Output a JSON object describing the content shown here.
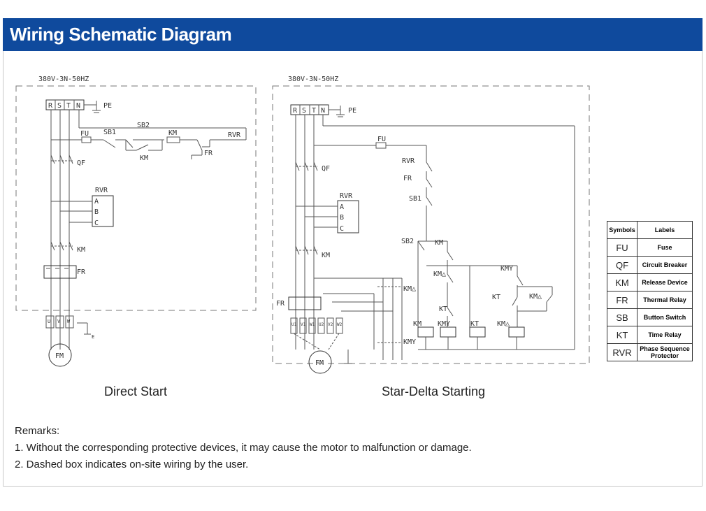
{
  "header": {
    "title": "Wiring Schematic Diagram"
  },
  "left_diagram": {
    "supply": "380V-3N-50HZ",
    "terminals": [
      "R",
      "S",
      "T",
      "N"
    ],
    "pe": "PE",
    "labels": {
      "fu": "FU",
      "sb1": "SB1",
      "sb2": "SB2",
      "km_top": "KM",
      "km_hold": "KM",
      "rvr_top": "RVR",
      "fr_top": "FR",
      "qf": "QF",
      "rvr": "RVR",
      "a": "A",
      "b": "B",
      "c": "C",
      "km": "KM",
      "fr": "FR",
      "u": "U",
      "v": "V",
      "w": "W",
      "e": "E",
      "fm": "FM"
    },
    "caption": "Direct Start"
  },
  "right_diagram": {
    "supply": "380V-3N-50HZ",
    "terminals": [
      "R",
      "S",
      "T",
      "N"
    ],
    "pe": "PE",
    "labels": {
      "fu": "FU",
      "rvr_ctl": "RVR",
      "fr_ctl": "FR",
      "sb1": "SB1",
      "sb2": "SB2",
      "km_c": "KM",
      "kmd_c": "KM△",
      "kmy_c": "KMY",
      "kt_c": "KT",
      "kt_t": "KT",
      "kmd_t": "KM△",
      "coil_km": "KM",
      "coil_kmy": "KMY",
      "coil_kt": "KT",
      "coil_kmd": "KM△",
      "qf": "QF",
      "rvr": "RVR",
      "a": "A",
      "b": "B",
      "c": "C",
      "km": "KM",
      "kmd": "KM△",
      "kmy": "KMY",
      "fr": "FR",
      "u1": "U1",
      "v1": "V1",
      "w1": "W1",
      "u2": "U2",
      "v2": "V2",
      "w2": "W2",
      "fm": "FM"
    },
    "caption": "Star-Delta Starting"
  },
  "legend": {
    "header_symbols": "Symbols",
    "header_labels": "Labels",
    "rows": [
      {
        "symbol": "FU",
        "label": "Fuse"
      },
      {
        "symbol": "QF",
        "label": "Circuit Breaker"
      },
      {
        "symbol": "KM",
        "label": "Release Device"
      },
      {
        "symbol": "FR",
        "label": "Thermal Relay"
      },
      {
        "symbol": "SB",
        "label": "Button Switch"
      },
      {
        "symbol": "KT",
        "label": "Time Relay"
      },
      {
        "symbol": "RVR",
        "label": "Phase Sequence Protector"
      }
    ]
  },
  "remarks": {
    "title": "Remarks:",
    "items": [
      "1. Without the corresponding protective devices, it may cause the motor to malfunction or damage.",
      "2. Dashed box indicates on-site wiring by the user."
    ]
  }
}
